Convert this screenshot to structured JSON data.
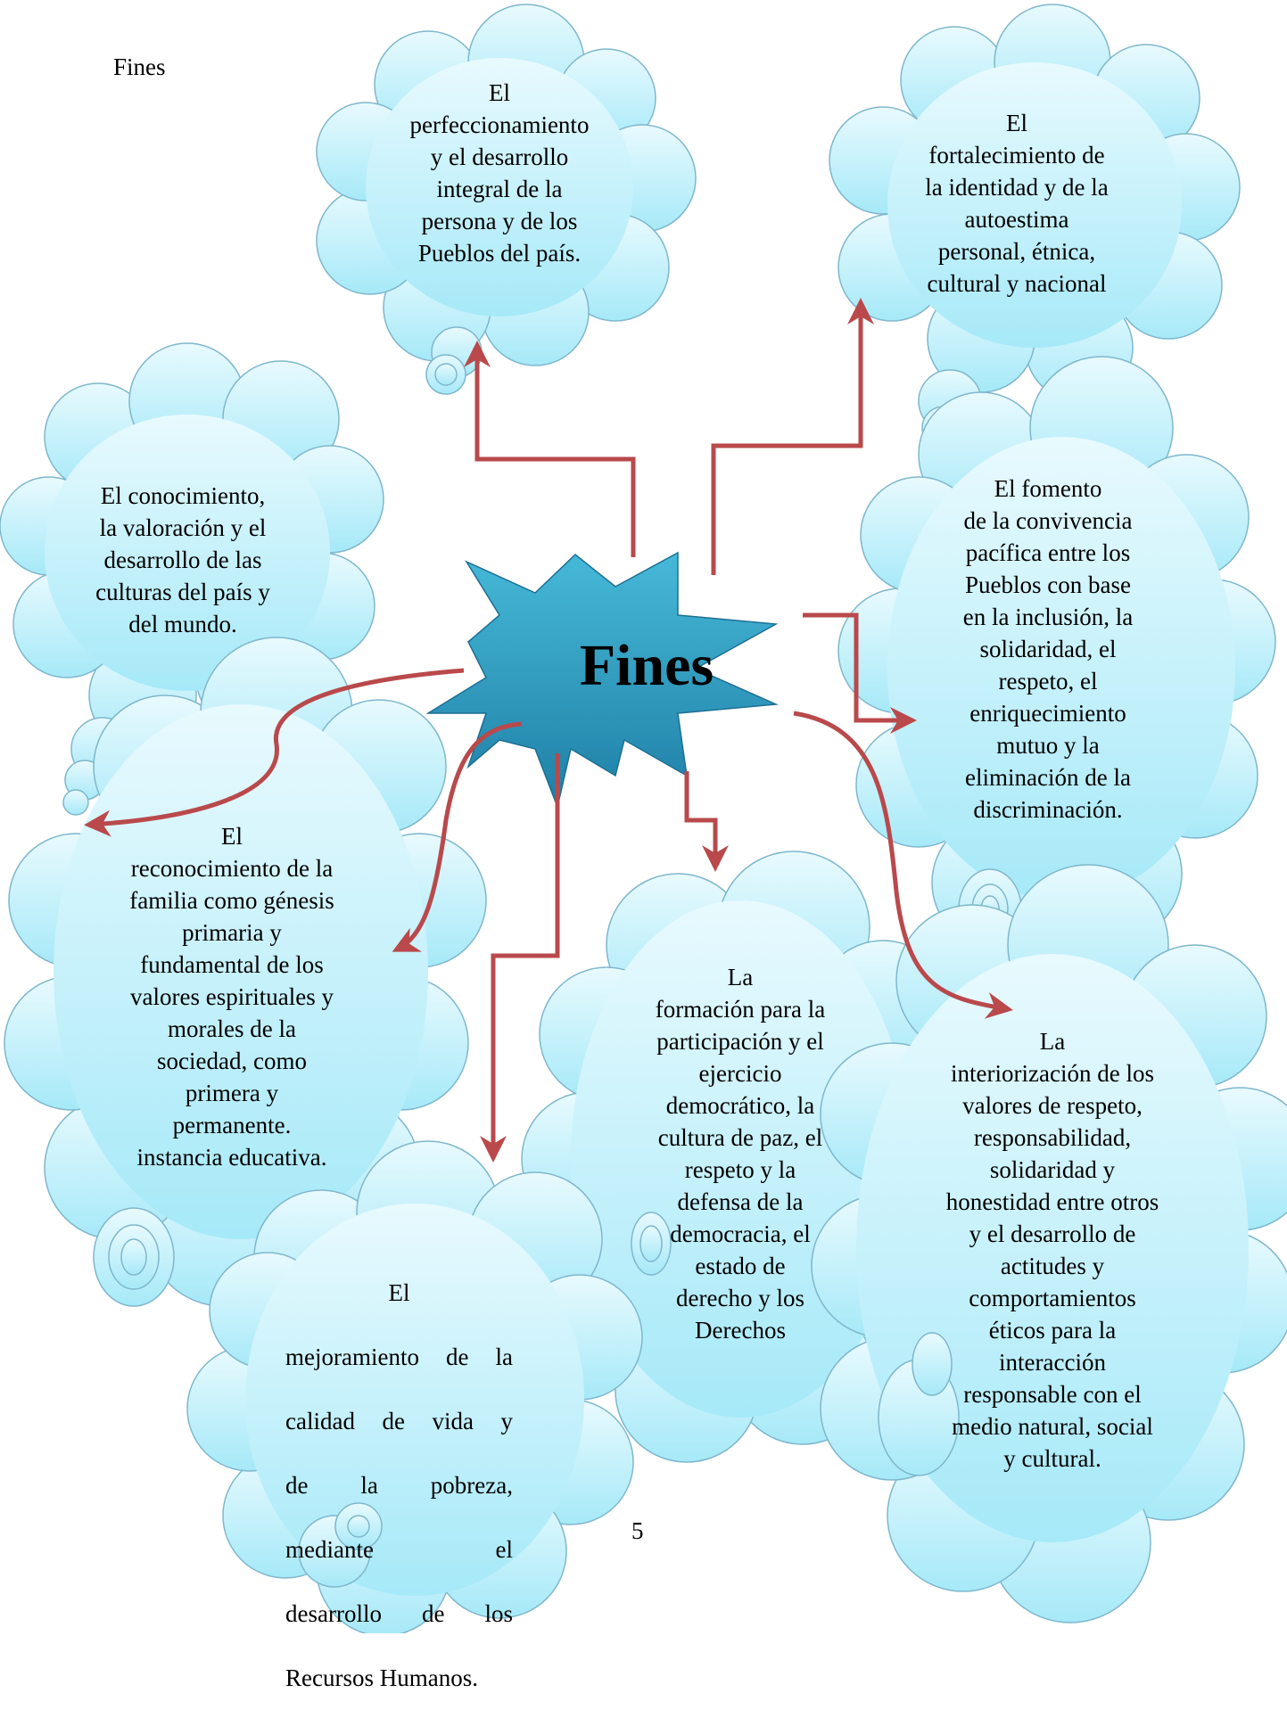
{
  "page": {
    "heading": "Fines",
    "page_number": "5"
  },
  "center": {
    "label": "Fines",
    "color": "#2C9EC2"
  },
  "colors": {
    "cloud_fill_top": "#E8FAFE",
    "cloud_fill_bottom": "#A6E9F8",
    "cloud_stroke": "#7FB7CC",
    "arrow": "#B9494B"
  },
  "clouds": {
    "persona": "El\nperfeccionamiento\ny el desarrollo\nintegral de la\npersona y de los\nPueblos del país.",
    "identidad": "El\nfortalecimiento de\nla identidad y de la\nautoestima\npersonal, étnica,\ncultural y nacional",
    "culturas": "El conocimiento,\nla valoración y el\ndesarrollo de las\nculturas del país y\ndel mundo.",
    "convivencia": "El fomento\nde la convivencia\npacífica entre los\nPueblos con base\nen la inclusión, la\nsolidaridad, el\nrespeto, el\nenriquecimiento\nmutuo y la\neliminación de la\ndiscriminación.",
    "familia": "El\nreconocimiento de la\nfamilia como génesis\nprimaria y\nfundamental de los\nvalores espirituales y\nmorales de la\nsociedad, como\nprimera y\npermanente.\ninstancia educativa.",
    "calidad_vida": [
      "El",
      "mejoramiento de la",
      "calidad de vida y",
      "de la pobreza,",
      "mediante el",
      "desarrollo de los",
      "Recursos Humanos."
    ],
    "democracia": "La\nformación para la\nparticipación y el\nejercicio\ndemocrático, la\ncultura de paz, el\nrespeto y la\ndefensa de la\ndemocracia, el\nestado de\nderecho y los\nDerechos",
    "valores": "La\ninteriorización de los\nvalores de respeto,\nresponsabilidad,\nsolidaridad y\nhonestidad entre otros\ny el desarrollo de\nactitudes y\ncomportamientos\néticos para la\ninteracción\nresponsable con el\nmedio natural, social\ny cultural."
  }
}
